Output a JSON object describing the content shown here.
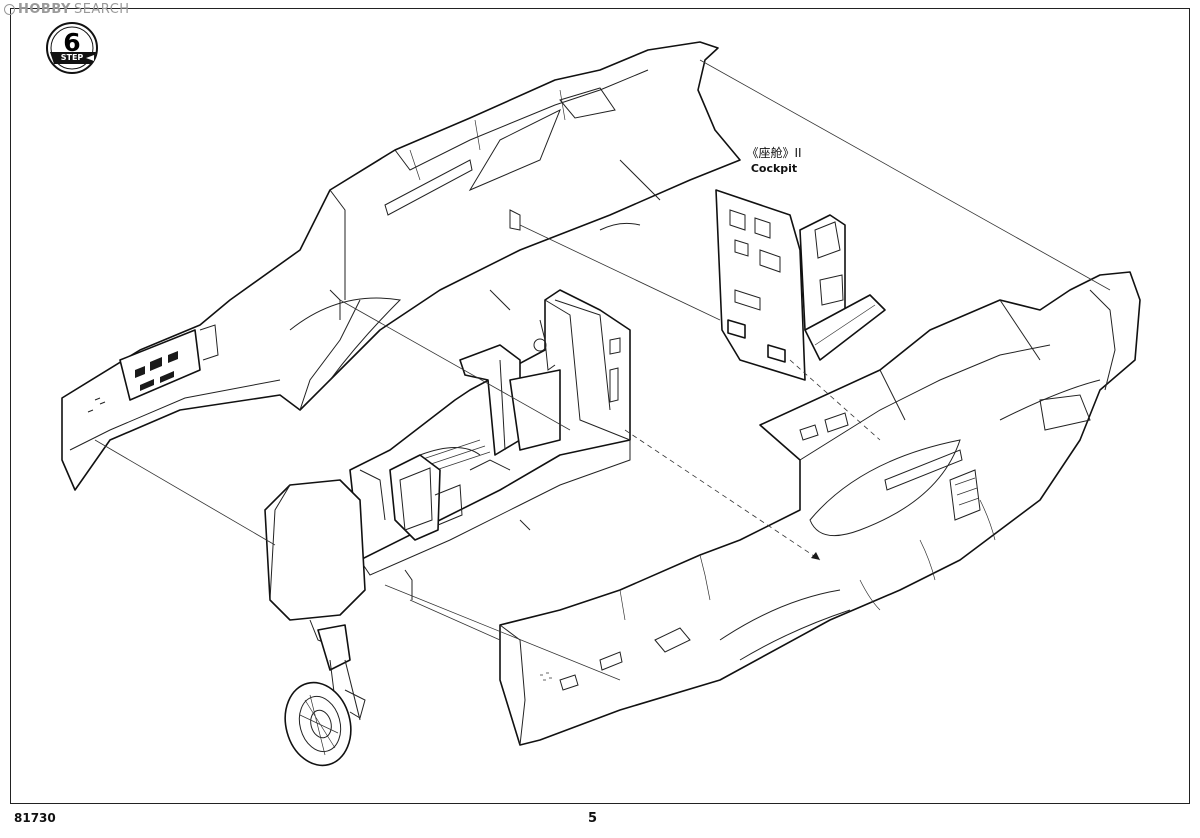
{
  "watermark": {
    "brand": "HOBBY",
    "suffix": "SEARCH"
  },
  "step": {
    "number": "6",
    "word": "STEP"
  },
  "callout": {
    "chinese_label": "《座舱》II",
    "english_label": "Cockpit"
  },
  "footer": {
    "kit_code": "81730",
    "page_number": "5"
  },
  "colors": {
    "line": "#111111",
    "paper": "#ffffff",
    "watermark": "#9a9a9a"
  }
}
